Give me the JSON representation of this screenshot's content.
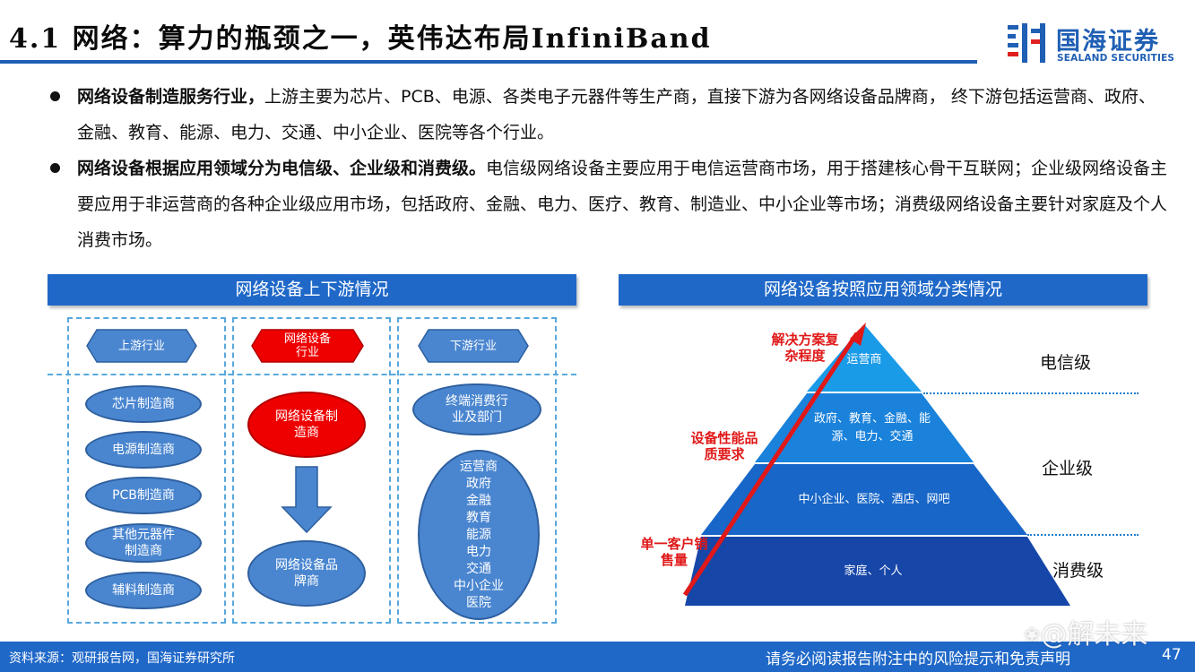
{
  "header": {
    "title": "4.1 网络：算力的瓶颈之一，英伟达布局InfiniBand",
    "logo_cn": "国海证券",
    "logo_en": "SEALAND SECURITIES"
  },
  "bullets": [
    {
      "bold": "网络设备制造服务行业，",
      "text": "上游主要为芯片、PCB、电源、各类电子元器件等生产商，直接下游为各网络设备品牌商， 终下游包括运营商、政府、金融、教育、能源、电力、交通、中小企业、医院等各个行业。"
    },
    {
      "bold": "网络设备根据应用领域分为电信级、企业级和消费级。",
      "text": "电信级网络设备主要应用于电信运营商市场，用于搭建核心骨干互联网；企业级网络设备主要应用于非运营商的各种企业级应用市场，包括政府、金融、电力、医疗、教育、制造业、中小企业等市场；消费级网络设备主要针对家庭及个人消费市场。"
    }
  ],
  "left_diagram": {
    "title": "网络设备上下游情况",
    "upstream": {
      "header": "上游行业",
      "items": [
        "芯片制造商",
        "电源制造商",
        "PCB制造商",
        "其他元器件制造商",
        "辅料制造商"
      ]
    },
    "midstream": {
      "header": "网络设备行业",
      "top": "网络设备制造商",
      "bottom": "网络设备品牌商"
    },
    "downstream": {
      "header": "下游行业",
      "top": "终端消费行业及部门",
      "items": [
        "运营商",
        "政府",
        "金融",
        "教育",
        "能源",
        "电力",
        "交通",
        "中小企业",
        "医院"
      ]
    }
  },
  "right_diagram": {
    "title": "网络设备按照应用领域分类情况",
    "tiers": [
      {
        "label": "运营商",
        "color": "#1a9be8"
      },
      {
        "label": "政府、教育、金融、能源、电力、交通",
        "color": "#1a82db"
      },
      {
        "label": "中小企业、医院、酒店、网吧",
        "color": "#1766c8"
      },
      {
        "label": "家庭、个人",
        "color": "#1646a8"
      }
    ],
    "levels": [
      "电信级",
      "企业级",
      "消费级"
    ],
    "arrow_labels": [
      "解决方案复杂程度",
      "设备性能品质要求",
      "单一客户销售量"
    ],
    "arrow_color": "#e01818"
  },
  "footer": {
    "source": "资料来源：观研报告网，国海证券研究所",
    "disclaimer": "请务必阅读报告附注中的风险提示和免责声明",
    "page": "47",
    "watermark": "@解未来"
  },
  "colors": {
    "brand_blue": "#1f68c8",
    "dash_blue": "#58a8dc",
    "node_blue": "#4a86d0",
    "node_red": "#ee0000"
  }
}
